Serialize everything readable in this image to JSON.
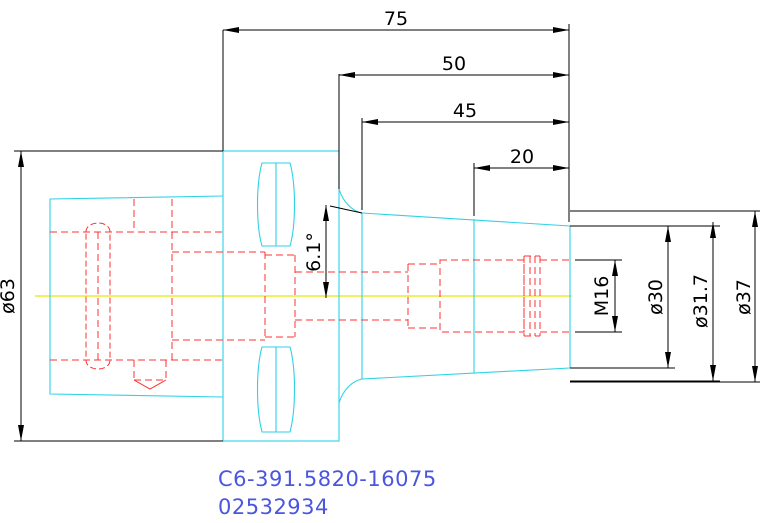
{
  "dimensions": {
    "length_75": "75",
    "length_50": "50",
    "length_45": "45",
    "length_20": "20",
    "angle": "6.1°",
    "dia_63": "ø63",
    "thread": "M16",
    "dia_30": "ø30",
    "dia_31_7": "ø31.7",
    "dia_37": "ø37"
  },
  "part": {
    "code": "C6-391.5820-16075",
    "number": "02532934"
  },
  "colors": {
    "outline": "#2fd2e6",
    "hidden": "#ff3030",
    "centerline": "#e8e800",
    "dimension": "#000000",
    "text": "#4a55e0"
  }
}
